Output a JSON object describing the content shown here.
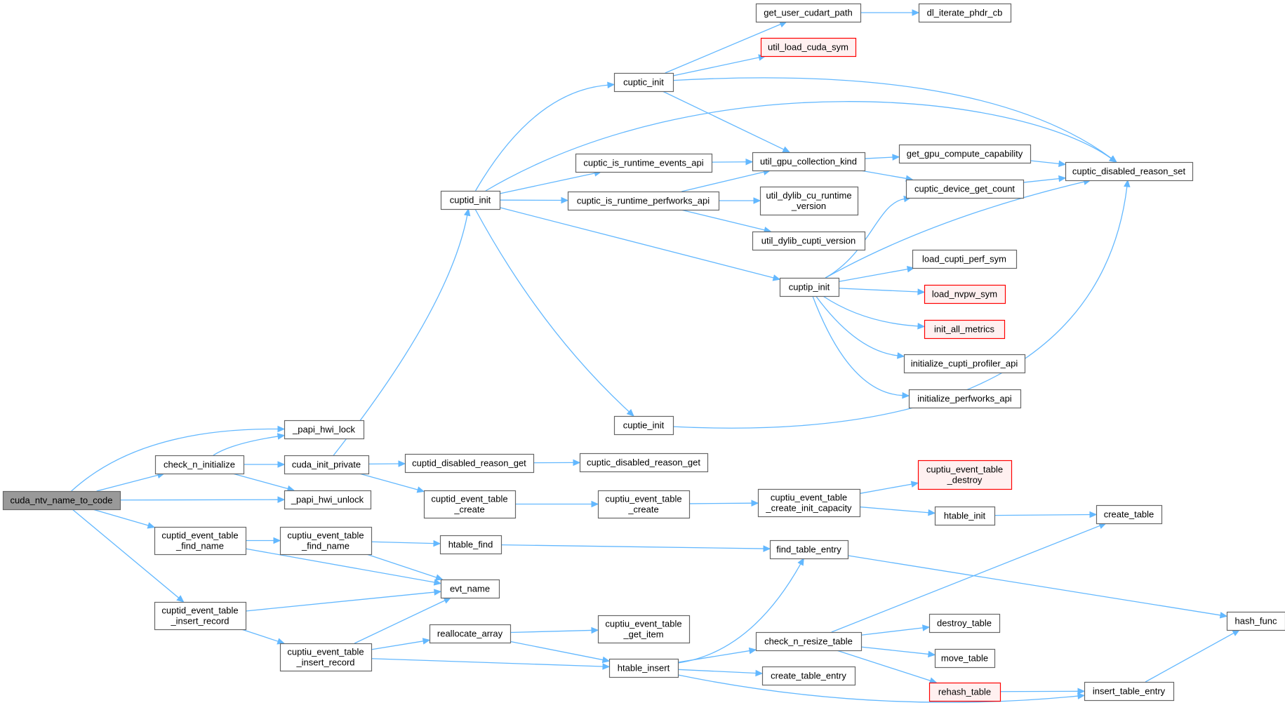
{
  "colors": {
    "edge": "#63b8ff",
    "node_border": "#666666",
    "root_fill": "#999999",
    "special_border": "#ff0000",
    "special_fill": "#fff0f0"
  },
  "nodes": [
    {
      "id": "cuda_ntv_name_to_code",
      "lines": [
        "cuda_ntv_name_to_code"
      ],
      "style": "root"
    },
    {
      "id": "_papi_hwi_lock",
      "lines": [
        "_papi_hwi_lock"
      ]
    },
    {
      "id": "check_n_initialize",
      "lines": [
        "check_n_initialize"
      ]
    },
    {
      "id": "cuda_init_private",
      "lines": [
        "cuda_init_private"
      ]
    },
    {
      "id": "_papi_hwi_unlock",
      "lines": [
        "_papi_hwi_unlock"
      ]
    },
    {
      "id": "cuptid_event_table_find_name",
      "lines": [
        "cuptid_event_table",
        "_find_name"
      ]
    },
    {
      "id": "cuptiu_event_table_find_name",
      "lines": [
        "cuptiu_event_table",
        "_find_name"
      ]
    },
    {
      "id": "cuptid_event_table_insert_record",
      "lines": [
        "cuptid_event_table",
        "_insert_record"
      ]
    },
    {
      "id": "cuptiu_event_table_insert_record",
      "lines": [
        "cuptiu_event_table",
        "_insert_record"
      ]
    },
    {
      "id": "cuptid_init",
      "lines": [
        "cuptid_init"
      ]
    },
    {
      "id": "cuptid_disabled_reason_get",
      "lines": [
        "cuptid_disabled_reason_get"
      ]
    },
    {
      "id": "cuptid_event_table_create",
      "lines": [
        "cuptid_event_table",
        "_create"
      ]
    },
    {
      "id": "htable_find",
      "lines": [
        "htable_find"
      ]
    },
    {
      "id": "evt_name",
      "lines": [
        "evt_name"
      ]
    },
    {
      "id": "reallocate_array",
      "lines": [
        "reallocate_array"
      ]
    },
    {
      "id": "cuptic_init",
      "lines": [
        "cuptic_init"
      ]
    },
    {
      "id": "cuptic_is_runtime_events_api",
      "lines": [
        "cuptic_is_runtime_events_api"
      ]
    },
    {
      "id": "cuptic_is_runtime_perfworks_api",
      "lines": [
        "cuptic_is_runtime_perfworks_api"
      ]
    },
    {
      "id": "cuptie_init",
      "lines": [
        "cuptie_init"
      ]
    },
    {
      "id": "cuptic_disabled_reason_get",
      "lines": [
        "cuptic_disabled_reason_get"
      ]
    },
    {
      "id": "cuptiu_event_table_create",
      "lines": [
        "cuptiu_event_table",
        "_create"
      ]
    },
    {
      "id": "cuptiu_event_table_get_item",
      "lines": [
        "cuptiu_event_table",
        "_get_item"
      ]
    },
    {
      "id": "htable_insert",
      "lines": [
        "htable_insert"
      ]
    },
    {
      "id": "get_user_cudart_path",
      "lines": [
        "get_user_cudart_path"
      ]
    },
    {
      "id": "util_load_cuda_sym",
      "lines": [
        "util_load_cuda_sym"
      ],
      "style": "red"
    },
    {
      "id": "util_gpu_collection_kind",
      "lines": [
        "util_gpu_collection_kind"
      ]
    },
    {
      "id": "util_dylib_cu_runtime_version",
      "lines": [
        "util_dylib_cu_runtime",
        "_version"
      ]
    },
    {
      "id": "util_dylib_cupti_version",
      "lines": [
        "util_dylib_cupti_version"
      ]
    },
    {
      "id": "cuptip_init",
      "lines": [
        "cuptip_init"
      ]
    },
    {
      "id": "cuptiu_event_table_create_init_capacity",
      "lines": [
        "cuptiu_event_table",
        "_create_init_capacity"
      ]
    },
    {
      "id": "find_table_entry",
      "lines": [
        "find_table_entry"
      ]
    },
    {
      "id": "check_n_resize_table",
      "lines": [
        "check_n_resize_table"
      ]
    },
    {
      "id": "create_table_entry",
      "lines": [
        "create_table_entry"
      ]
    },
    {
      "id": "dl_iterate_phdr_cb",
      "lines": [
        "dl_iterate_phdr_cb"
      ]
    },
    {
      "id": "get_gpu_compute_capability",
      "lines": [
        "get_gpu_compute_capability"
      ]
    },
    {
      "id": "cuptic_device_get_count",
      "lines": [
        "cuptic_device_get_count"
      ]
    },
    {
      "id": "load_cupti_perf_sym",
      "lines": [
        "load_cupti_perf_sym"
      ]
    },
    {
      "id": "load_nvpw_sym",
      "lines": [
        "load_nvpw_sym"
      ],
      "style": "red"
    },
    {
      "id": "init_all_metrics",
      "lines": [
        "init_all_metrics"
      ],
      "style": "red"
    },
    {
      "id": "initialize_cupti_profiler_api",
      "lines": [
        "initialize_cupti_profiler_api"
      ]
    },
    {
      "id": "initialize_perfworks_api",
      "lines": [
        "initialize_perfworks_api"
      ]
    },
    {
      "id": "cuptiu_event_table_destroy",
      "lines": [
        "cuptiu_event_table",
        "_destroy"
      ],
      "style": "red"
    },
    {
      "id": "htable_init",
      "lines": [
        "htable_init"
      ]
    },
    {
      "id": "destroy_table",
      "lines": [
        "destroy_table"
      ]
    },
    {
      "id": "move_table",
      "lines": [
        "move_table"
      ]
    },
    {
      "id": "rehash_table",
      "lines": [
        "rehash_table"
      ],
      "style": "red"
    },
    {
      "id": "cuptic_disabled_reason_set",
      "lines": [
        "cuptic_disabled_reason_set"
      ]
    },
    {
      "id": "create_table",
      "lines": [
        "create_table"
      ]
    },
    {
      "id": "hash_func",
      "lines": [
        "hash_func"
      ]
    },
    {
      "id": "insert_table_entry",
      "lines": [
        "insert_table_entry"
      ]
    }
  ],
  "edges": [
    [
      "cuda_ntv_name_to_code",
      "_papi_hwi_lock"
    ],
    [
      "cuda_ntv_name_to_code",
      "check_n_initialize"
    ],
    [
      "cuda_ntv_name_to_code",
      "_papi_hwi_unlock"
    ],
    [
      "cuda_ntv_name_to_code",
      "cuptid_event_table_find_name"
    ],
    [
      "cuda_ntv_name_to_code",
      "cuptid_event_table_insert_record"
    ],
    [
      "check_n_initialize",
      "_papi_hwi_lock"
    ],
    [
      "check_n_initialize",
      "cuda_init_private"
    ],
    [
      "check_n_initialize",
      "_papi_hwi_unlock"
    ],
    [
      "cuda_init_private",
      "cuptid_init"
    ],
    [
      "cuda_init_private",
      "cuptid_disabled_reason_get"
    ],
    [
      "cuda_init_private",
      "cuptid_event_table_create"
    ],
    [
      "cuptid_event_table_find_name",
      "cuptiu_event_table_find_name"
    ],
    [
      "cuptid_event_table_find_name",
      "evt_name"
    ],
    [
      "cuptiu_event_table_find_name",
      "htable_find"
    ],
    [
      "cuptiu_event_table_find_name",
      "evt_name"
    ],
    [
      "cuptid_event_table_insert_record",
      "evt_name"
    ],
    [
      "cuptid_event_table_insert_record",
      "cuptiu_event_table_insert_record"
    ],
    [
      "cuptiu_event_table_insert_record",
      "evt_name"
    ],
    [
      "cuptiu_event_table_insert_record",
      "reallocate_array"
    ],
    [
      "cuptiu_event_table_insert_record",
      "htable_insert"
    ],
    [
      "cuptid_init",
      "cuptic_init"
    ],
    [
      "cuptid_init",
      "cuptic_disabled_reason_set"
    ],
    [
      "cuptid_init",
      "cuptic_is_runtime_events_api"
    ],
    [
      "cuptid_init",
      "cuptic_is_runtime_perfworks_api"
    ],
    [
      "cuptid_init",
      "cuptip_init"
    ],
    [
      "cuptid_init",
      "cuptie_init"
    ],
    [
      "cuptid_disabled_reason_get",
      "cuptic_disabled_reason_get"
    ],
    [
      "cuptid_event_table_create",
      "cuptiu_event_table_create"
    ],
    [
      "cuptiu_event_table_create",
      "cuptiu_event_table_create_init_capacity"
    ],
    [
      "cuptiu_event_table_create_init_capacity",
      "cuptiu_event_table_destroy"
    ],
    [
      "cuptiu_event_table_create_init_capacity",
      "htable_init"
    ],
    [
      "htable_init",
      "create_table"
    ],
    [
      "htable_find",
      "find_table_entry"
    ],
    [
      "find_table_entry",
      "hash_func"
    ],
    [
      "reallocate_array",
      "cuptiu_event_table_get_item"
    ],
    [
      "reallocate_array",
      "htable_insert"
    ],
    [
      "htable_insert",
      "find_table_entry"
    ],
    [
      "htable_insert",
      "check_n_resize_table"
    ],
    [
      "htable_insert",
      "create_table_entry"
    ],
    [
      "htable_insert",
      "insert_table_entry"
    ],
    [
      "check_n_resize_table",
      "create_table"
    ],
    [
      "check_n_resize_table",
      "destroy_table"
    ],
    [
      "check_n_resize_table",
      "move_table"
    ],
    [
      "check_n_resize_table",
      "rehash_table"
    ],
    [
      "rehash_table",
      "insert_table_entry"
    ],
    [
      "insert_table_entry",
      "hash_func"
    ],
    [
      "cuptic_init",
      "get_user_cudart_path"
    ],
    [
      "cuptic_init",
      "util_load_cuda_sym"
    ],
    [
      "cuptic_init",
      "cuptic_disabled_reason_set"
    ],
    [
      "cuptic_init",
      "util_gpu_collection_kind"
    ],
    [
      "get_user_cudart_path",
      "dl_iterate_phdr_cb"
    ],
    [
      "cuptic_is_runtime_events_api",
      "util_gpu_collection_kind"
    ],
    [
      "cuptic_is_runtime_perfworks_api",
      "util_gpu_collection_kind"
    ],
    [
      "cuptic_is_runtime_perfworks_api",
      "util_dylib_cu_runtime_version"
    ],
    [
      "cuptic_is_runtime_perfworks_api",
      "util_dylib_cupti_version"
    ],
    [
      "util_gpu_collection_kind",
      "get_gpu_compute_capability"
    ],
    [
      "util_gpu_collection_kind",
      "cuptic_device_get_count"
    ],
    [
      "get_gpu_compute_capability",
      "cuptic_disabled_reason_set"
    ],
    [
      "cuptic_device_get_count",
      "cuptic_disabled_reason_set"
    ],
    [
      "cuptip_init",
      "cuptic_device_get_count"
    ],
    [
      "cuptip_init",
      "cuptic_disabled_reason_set"
    ],
    [
      "cuptip_init",
      "load_cupti_perf_sym"
    ],
    [
      "cuptip_init",
      "load_nvpw_sym"
    ],
    [
      "cuptip_init",
      "init_all_metrics"
    ],
    [
      "cuptip_init",
      "initialize_cupti_profiler_api"
    ],
    [
      "cuptip_init",
      "initialize_perfworks_api"
    ],
    [
      "cuptie_init",
      "cuptic_disabled_reason_set"
    ]
  ]
}
